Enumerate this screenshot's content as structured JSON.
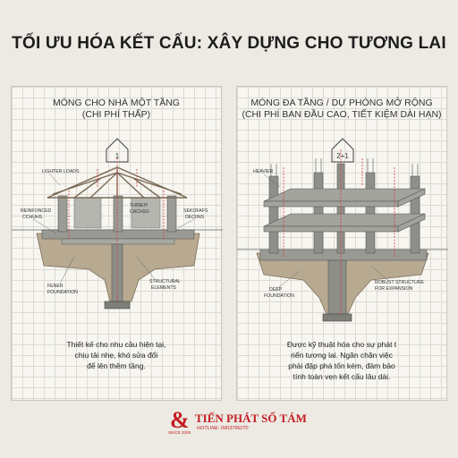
{
  "title": "TỐI ƯU HÓA KẾT CẤU: XÂY DỰNG CHO TƯƠNG LAI",
  "left_panel": {
    "title_line1": "MÓNG CHO NHÀ MỘT TẦNG",
    "title_line2": "(CHI PHÍ THẤP)",
    "house_number": "1",
    "labels": {
      "lighter_loads": "LIGHTER LOADS",
      "reinforced_1": "REINFONCED",
      "reinforced_2": "CCHUHS",
      "thinner_1": "THINEIY",
      "thinner_2": "CACHSS",
      "seniors_1": "SEKOFAFS",
      "seniors_2": "DECIINS",
      "fewer_1": "FENER",
      "fewer_2": "FOUNDATION",
      "structural_1": "STRUCTURAL",
      "structural_2": "ELEMENTS"
    },
    "caption": [
      "Thiết kế cho nhu cầu hiện tại,",
      "chịu tải nhẹ, khó sửa đổi",
      "để lên thêm tầng."
    ]
  },
  "right_panel": {
    "title_line1": "MÓNG ĐA TẦNG / DỰ PHÒNG MỞ RỘNG",
    "title_line2": "(CHI PHÍ BAN ĐẦU CAO, TIẾT KIỆM DÀI HẠN)",
    "house_number": "2+1",
    "labels": {
      "heavier": "HEAVIER",
      "deep_1": "DEEP",
      "deep_2": "FOUNDATION",
      "robust_1": "ROBUST STRUCTURE",
      "robust_2": "FOR EXPANSION"
    },
    "caption": [
      "Được kỹ thuật hóa cho sự phát t",
      "riển tương lai. Ngăn chặn việc",
      "phải đập phá tốn kém, đảm bảo",
      "tính toàn vẹn kết cấu lâu dài."
    ]
  },
  "brand": {
    "name": "TIẾN PHÁT SỐ TÁM",
    "hotline": "HOTLINE: 0903796270",
    "since": "SINCE 2009",
    "color": "#c41e24"
  },
  "colors": {
    "concrete": "#8e8e89",
    "soil": "#b8a991",
    "arrow": "#d43a3a",
    "roof": "#7a6a55"
  }
}
